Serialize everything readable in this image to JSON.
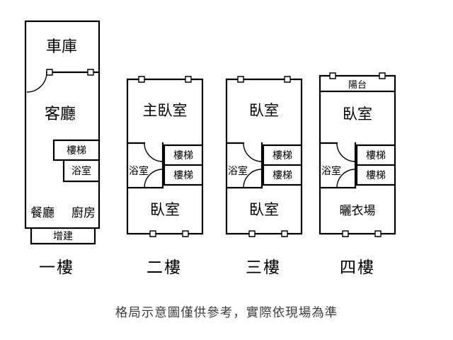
{
  "caption": "格局示意圖僅供參考，實際依現場為準",
  "floors": [
    {
      "name": "一樓",
      "rooms": {
        "garage": "車庫",
        "living": "客廳",
        "stairs": "樓梯",
        "bath": "浴室",
        "dining": "餐廳",
        "kitchen": "廚房",
        "addition": "增建"
      }
    },
    {
      "name": "二樓",
      "rooms": {
        "master": "主臥室",
        "bath": "浴室",
        "stairs_upper": "樓梯",
        "stairs_lower": "樓梯",
        "bedroom": "臥室"
      }
    },
    {
      "name": "三樓",
      "rooms": {
        "bedroom_top": "臥室",
        "bath": "浴室",
        "stairs_upper": "樓梯",
        "stairs_lower": "樓梯",
        "bedroom_bottom": "臥室"
      }
    },
    {
      "name": "四樓",
      "rooms": {
        "balcony": "陽台",
        "bedroom": "臥室",
        "bath": "浴室",
        "stairs_upper": "樓梯",
        "stairs_lower": "樓梯",
        "laundry": "曬衣場"
      }
    }
  ]
}
